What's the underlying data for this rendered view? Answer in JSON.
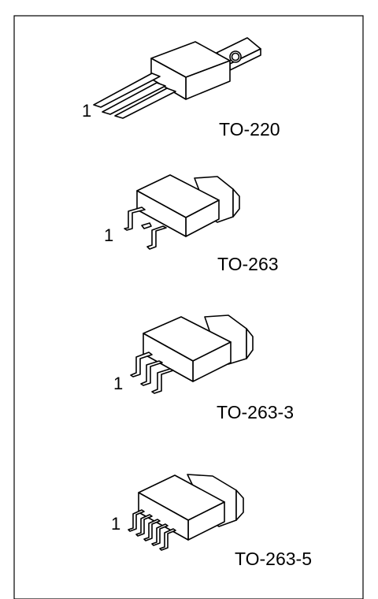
{
  "packages": [
    {
      "name": "TO-220",
      "pin_label": "1"
    },
    {
      "name": "TO-263",
      "pin_label": "1"
    },
    {
      "name": "TO-263-3",
      "pin_label": "1"
    },
    {
      "name": "TO-263-5",
      "pin_label": "1"
    }
  ]
}
